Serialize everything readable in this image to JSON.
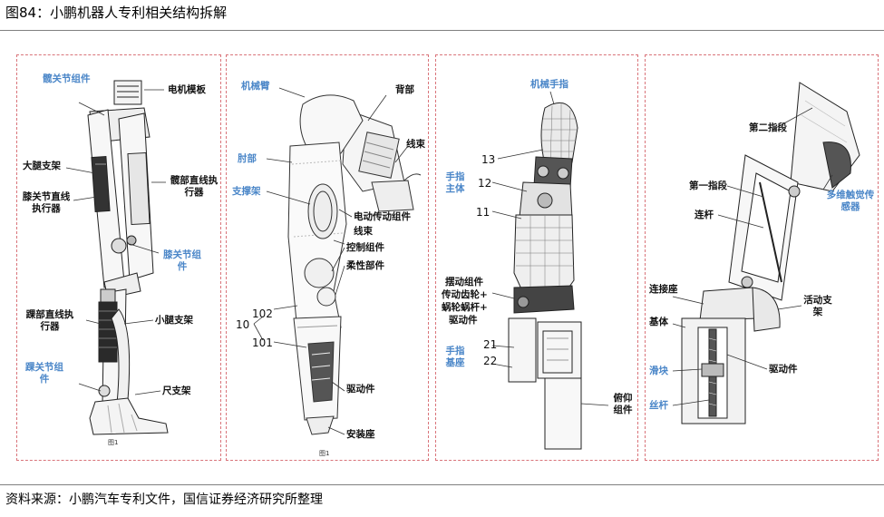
{
  "header": {
    "title": "图84：小鹏机器人专利相关结构拆解"
  },
  "footer": {
    "source": "资料来源：小鹏汽车专利文件，国信证券经济研究所整理"
  },
  "colors": {
    "blue_label": "#4a86c8",
    "panel_border": "#d9747a"
  },
  "panel1": {
    "hip_joint": "髋关节组件",
    "motor_module": "电机模板",
    "thigh_bracket": "大腿支架",
    "hip_linear_actuator": "髋部直线执行器",
    "knee_linear_actuator": "膝关节直线执行器",
    "knee_joint": "膝关节组件",
    "ankle_linear_actuator": "踝部直线执行器",
    "calf_bracket": "小腿支架",
    "ankle_joint": "踝关节组件",
    "foot_bracket": "尺支架",
    "fig_label": "图1"
  },
  "panel2": {
    "mechanical_arm": "机械臂",
    "back": "背部",
    "cable": "线束",
    "elbow": "肘部",
    "support_frame": "支撑架",
    "electric_transmission": "电动传动组件",
    "cable2": "线束",
    "control_module": "控制组件",
    "flexible_part": "柔性部件",
    "n102": "102",
    "n10": "10",
    "n101": "101",
    "drive_part": "驱动件",
    "mount_base": "安装座",
    "fig_label": "图1"
  },
  "panel3": {
    "mechanical_finger": "机械手指",
    "n13": "13",
    "n12": "12",
    "n11": "11",
    "finger_body": "手指主体",
    "swing_module": "摆动组件",
    "transmission_gear": "传动齿轮+",
    "worm_gear": "蜗轮蜗杆+",
    "drive_part": "驱动件",
    "n21": "21",
    "n22": "22",
    "finger_base": "手指基座",
    "pitch_module": "俯仰组件"
  },
  "panel4": {
    "second_segment": "第二指段",
    "first_segment": "第一指段",
    "multi_tactile_sensor": "多维触觉传感器",
    "link_rod": "连杆",
    "connection_seat": "连接座",
    "movable_bracket": "活动支架",
    "base_body": "基体",
    "slider": "滑块",
    "drive_part": "驱动件",
    "screw_rod": "丝杆"
  }
}
